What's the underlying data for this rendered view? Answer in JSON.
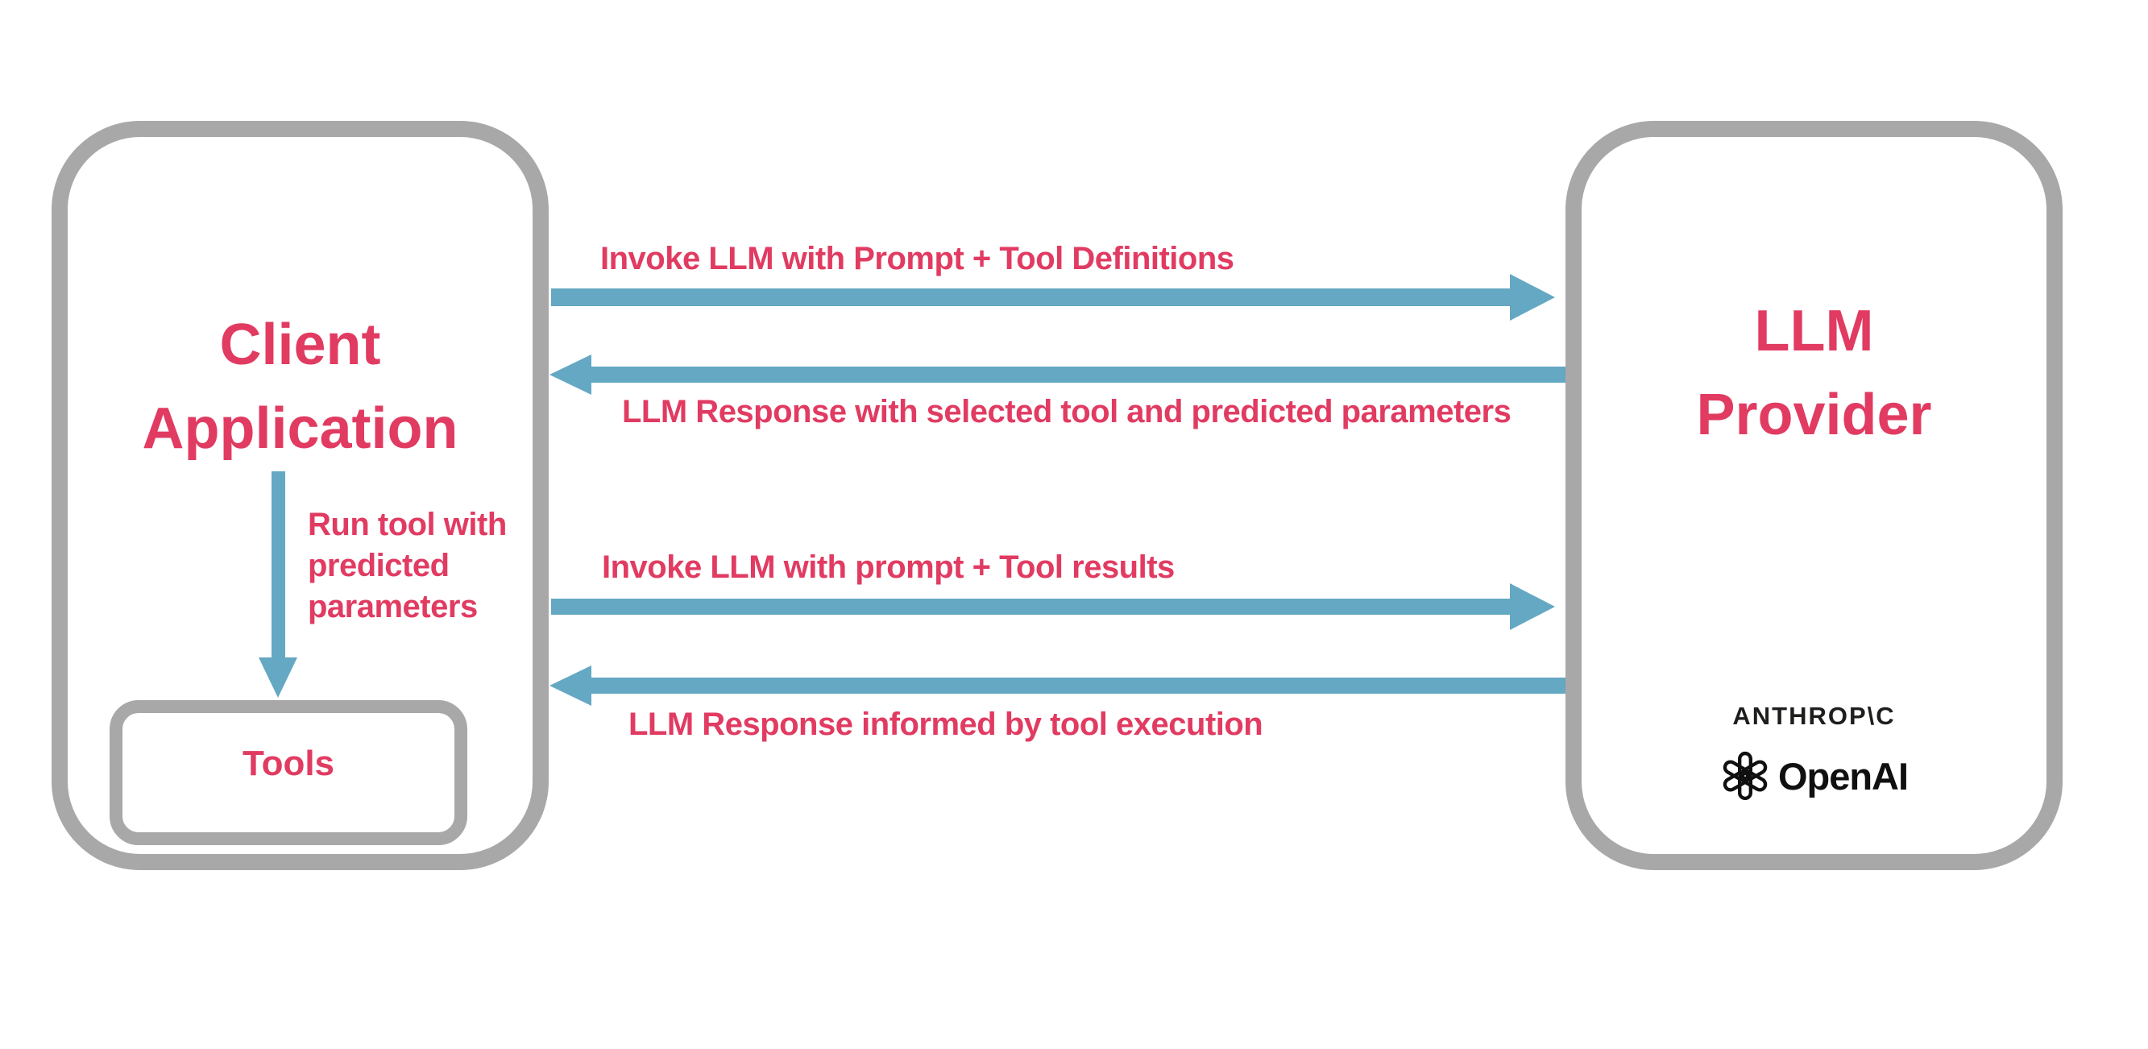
{
  "diagram_title": "LLM tool use flow",
  "colors": {
    "accent_pink": "#e13b62",
    "arrow_blue": "#64a8c3",
    "box_border_gray": "#a8a8a8",
    "logo_black": "#1e1e1c"
  },
  "client_box": {
    "title_line1": "Client",
    "title_line2": "Application",
    "run_tool_label": "Run tool with predicted parameters",
    "tools_label": "Tools"
  },
  "provider_box": {
    "title_line1": "LLM",
    "title_line2": "Provider",
    "anthropic_wordmark": "ANTHROP\\C",
    "openai_wordmark": "OpenAI"
  },
  "arrows": [
    {
      "direction": "right",
      "label": "Invoke LLM with Prompt + Tool Definitions"
    },
    {
      "direction": "left",
      "label": "LLM Response with selected tool and predicted parameters"
    },
    {
      "direction": "right",
      "label": "Invoke LLM with prompt + Tool results"
    },
    {
      "direction": "left",
      "label": "LLM Response informed by tool execution"
    },
    {
      "direction": "down",
      "label": "Run tool with predicted parameters"
    }
  ]
}
